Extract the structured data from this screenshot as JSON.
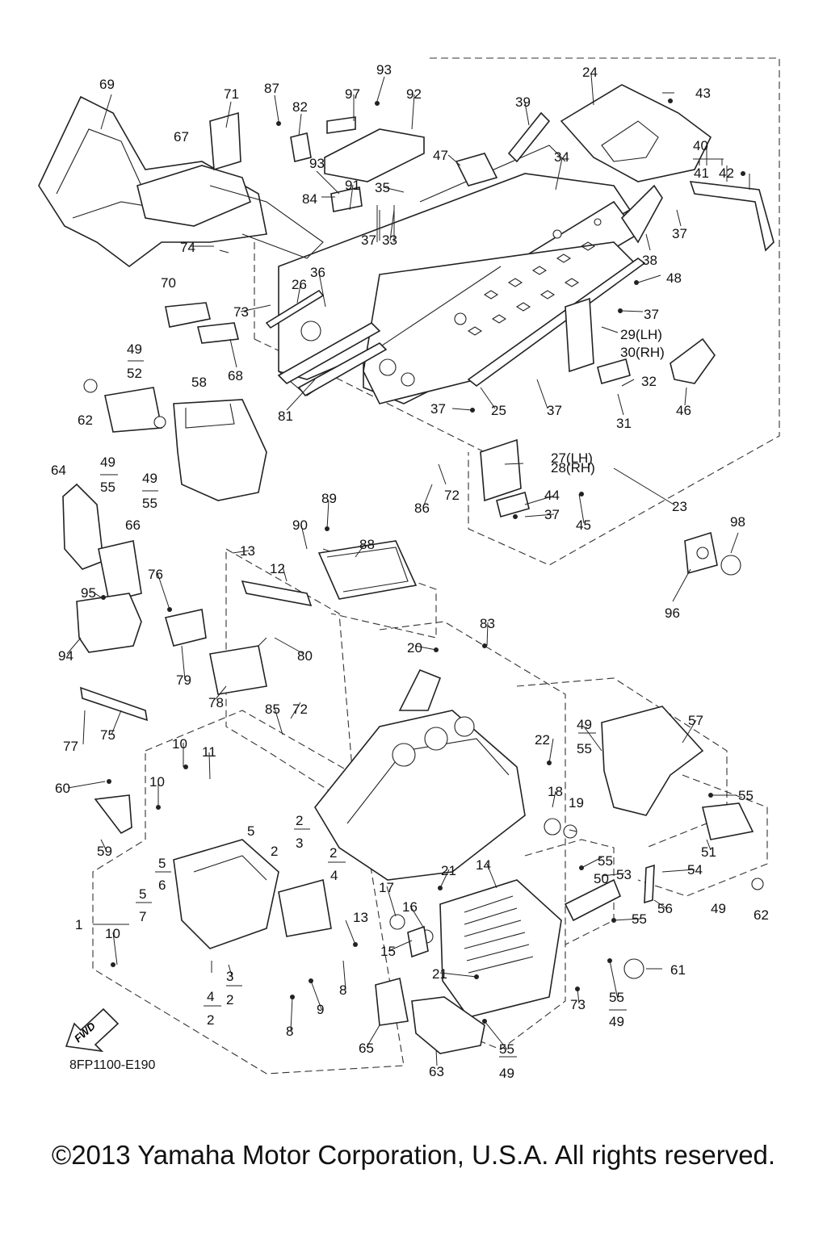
{
  "diagram_code": "8FP1100-E190",
  "copyright": "©2013 Yamaha Motor Corporation, U.S.A. All rights reserved.",
  "fwd_label": "FWD",
  "callouts": [
    "1",
    "2",
    "3",
    "4",
    "5",
    "6",
    "7",
    "8",
    "9",
    "10",
    "11",
    "12",
    "13",
    "14",
    "15",
    "16",
    "17",
    "18",
    "19",
    "20",
    "21",
    "22",
    "23",
    "24",
    "25",
    "26",
    "27(LH)",
    "28(RH)",
    "29(LH)",
    "30(RH)",
    "31",
    "32",
    "33",
    "34",
    "35",
    "36",
    "37",
    "38",
    "39",
    "40",
    "41",
    "42",
    "43",
    "44",
    "45",
    "46",
    "47",
    "48",
    "49",
    "50",
    "51",
    "52",
    "53",
    "54",
    "55",
    "56",
    "57",
    "58",
    "59",
    "60",
    "61",
    "62",
    "63",
    "64",
    "65",
    "66",
    "67",
    "68",
    "69",
    "70",
    "71",
    "72",
    "73",
    "74",
    "75",
    "76",
    "77",
    "78",
    "79",
    "80",
    "81",
    "82",
    "83",
    "84",
    "85",
    "86",
    "87",
    "88",
    "89",
    "90",
    "91",
    "92",
    "93",
    "94",
    "95",
    "96",
    "97",
    "98"
  ]
}
